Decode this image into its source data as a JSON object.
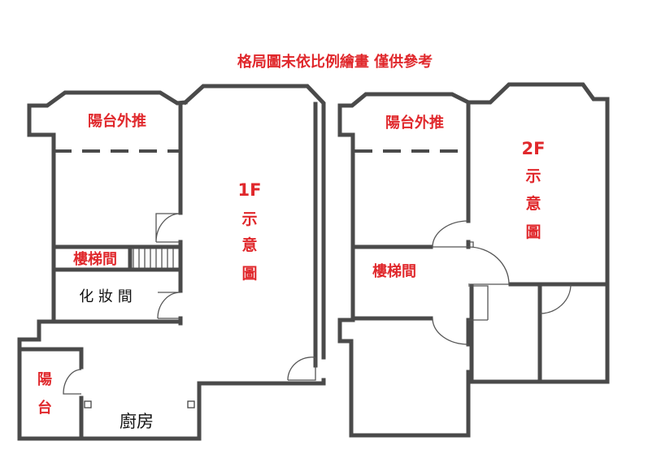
{
  "title": "格局圖未依比例繪畫 僅供參考",
  "floor1": {
    "balcony_top": "陽台外推",
    "label_line1": "1F",
    "label_line2": "示",
    "label_line3": "意",
    "label_line4": "圖",
    "stairs": "樓梯間",
    "vanity": "化 妝 間",
    "side_balcony_1": "陽",
    "side_balcony_2": "台",
    "kitchen": "廚房"
  },
  "floor2": {
    "balcony_top": "陽台外推",
    "label_line1": "2F",
    "label_line2": "示",
    "label_line3": "意",
    "label_line4": "圖",
    "stairs": "樓梯間"
  },
  "colors": {
    "wall": "#4a4a4a",
    "label_red": "#e0282c",
    "label_black": "#111111"
  }
}
